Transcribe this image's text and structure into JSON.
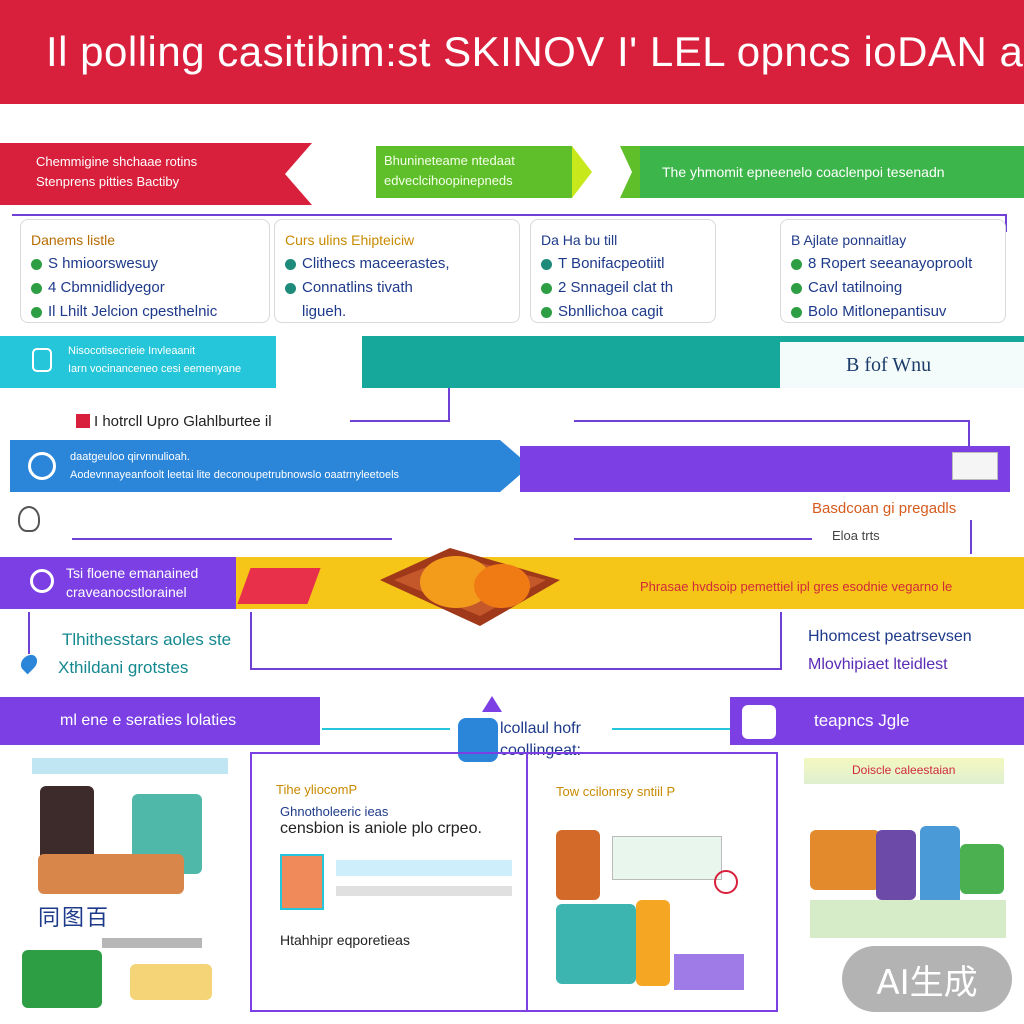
{
  "title": "Il polling casitibim:st SKINOV I' LEL opncs ioDAN a:",
  "row1": {
    "red_tag": [
      "Chemmigine shchaae rotins",
      "Stenprens pitties Bactiby"
    ],
    "green_mid": [
      "Bhunineteame ntedaat",
      "edveclcihoopinepneds"
    ],
    "green_right": "The yhmomit epneenelo coaclenpoi tesenadn"
  },
  "cards": [
    {
      "head": "Danems listle",
      "rows": [
        "S hmioorswesuy",
        "4 Cbmnidlidyegor",
        "Il Lhilt Jelcion cpesthelnic"
      ],
      "colors": [
        "#2e9e44",
        "#2e9e44",
        "#2e9e44"
      ]
    },
    {
      "head": "Curs ulins Ehipteiciw",
      "rows": [
        "Clithecs maceerastes,",
        "Connatlins tivath",
        "ligueh."
      ],
      "colors": [
        "#1e8a7a",
        "#1e8a7a",
        "#1e8a7a"
      ]
    },
    {
      "head": "Da Ha bu till",
      "rows": [
        "T Bonifacpeotiitl",
        "2 Snnageil clat th",
        "Sbnllichoa cagit"
      ],
      "colors": [
        "#1e8a7a",
        "#2e9e44",
        "#2e9e44"
      ]
    },
    {
      "head": "B Ajlate ponnaitlay",
      "rows": [
        "8 Ropert seeanayoproolt",
        "Cavl tatilnoing",
        "Bolo Mitlonepantisuv"
      ],
      "colors": [
        "#2e9e44",
        "#2e9e44",
        "#2e9e44"
      ]
    }
  ],
  "teal_band": {
    "lines": [
      "Nisocotisecrieie Invleaanit",
      "Iarn vocinanceneo cesi eemenyane"
    ],
    "right": "B fof Wnu"
  },
  "small_label": "I hotrcll Upro Glahlburtee il",
  "blue_band": [
    "daatgeuloo qirvnnulioah.",
    "Aodevnnayeanfoolt leetai lite deconoupetrubnowslo oaatrnyleetoels"
  ],
  "right_label": [
    "Basdcoan gi pregadls",
    "Eloa trts"
  ],
  "yellow_band": {
    "left": [
      "Tsi floene emanained",
      "craveanocstlorainel"
    ],
    "right": "Phrasae hvdsoip pemettiel ipl gres esodnie vegarno le"
  },
  "mid_left": [
    "Tlhithesstars aoles ste",
    "Xthildani grotstes"
  ],
  "mid_right": [
    "Hhomcest peatrsevsen",
    "Mlovhipiaet lteidlest"
  ],
  "bottom_band": {
    "left": "ml ene e seraties lolaties",
    "center": [
      "lcollaul hofr",
      "coollingeat:"
    ],
    "right": "teapncs Jgle"
  },
  "panels": {
    "center_left": {
      "head": "Tihe yliocomP",
      "sub": "Ghnotholeeric ieas",
      "body": "censbion is aniole plo crpeo.",
      "footer": "Htahhipr eqporetieas"
    },
    "center_right": {
      "head": "Tow ccilonrsy sntiil P"
    },
    "right": {
      "head": "Doiscle caleestaian"
    },
    "left": {
      "logo": "同图百"
    }
  },
  "badge": "AI生成",
  "colors": {
    "red": "#d81f3c",
    "green": "#5fbf2a",
    "teal": "#16a89a",
    "blue": "#2b86d9",
    "purple": "#6f3fd6",
    "yellow": "#f5c518"
  }
}
